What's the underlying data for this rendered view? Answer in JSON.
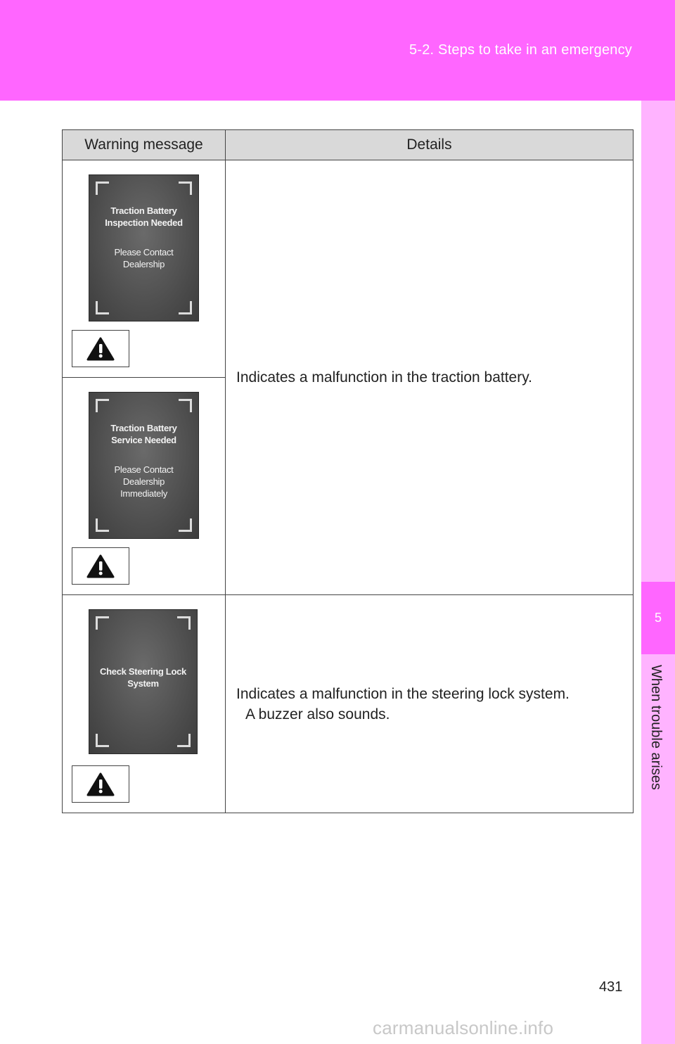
{
  "header": {
    "section": "5-2. Steps to take in an emergency"
  },
  "side_tab": {
    "number": "5",
    "label": "When trouble arises"
  },
  "table": {
    "col_warning": "Warning message",
    "col_details": "Details",
    "rows": [
      {
        "screen_title": "Traction Battery\nInspection Needed",
        "screen_body": "Please Contact\nDealership",
        "icon": "warning-triangle-icon"
      },
      {
        "screen_title": "Traction Battery\nService Needed",
        "screen_body": "Please Contact\nDealership\nImmediately",
        "icon": "warning-triangle-icon"
      },
      {
        "screen_title": "Check Steering Lock\nSystem",
        "screen_body": "",
        "icon": "warning-triangle-icon"
      }
    ],
    "details": {
      "traction_battery": "Indicates a malfunction in the traction battery.",
      "steering_lock_line1": "Indicates a malfunction in the steering lock system.",
      "steering_lock_line2": "A buzzer also sounds."
    }
  },
  "page_number": "431",
  "watermark": "carmanualsonline.info"
}
